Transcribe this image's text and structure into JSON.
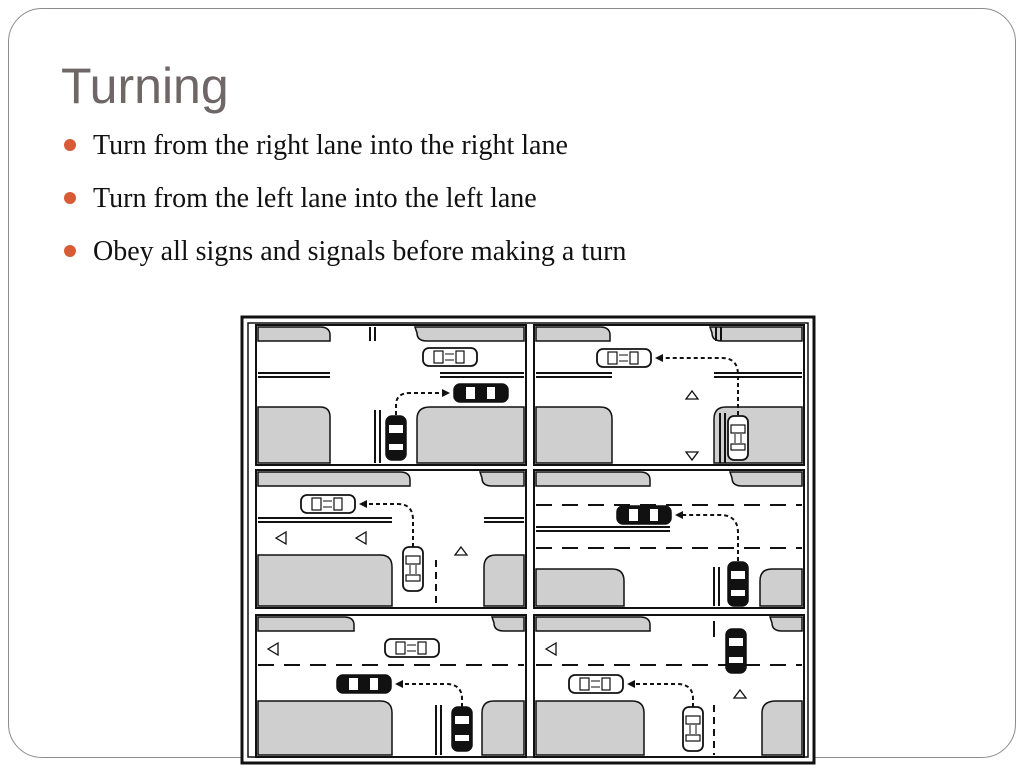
{
  "slide": {
    "title": "Turning",
    "bullets": [
      {
        "text": "Turn from the right lane into the right lane",
        "marker_color": "#d75b35"
      },
      {
        "text": "Turn from the left lane into the left lane",
        "marker_color": "#d75b35"
      },
      {
        "text": "Obey all signs and signals before making a turn",
        "marker_color": "#d75b35"
      }
    ]
  },
  "diagram": {
    "description_icon": "intersection-turning-diagram",
    "panels": [
      {
        "turn": "right",
        "road": "two-way"
      },
      {
        "turn": "left",
        "road": "two-way"
      },
      {
        "turn": "left",
        "road": "two-way"
      },
      {
        "turn": "left",
        "road": "multi-lane"
      },
      {
        "turn": "left",
        "road": "one-way"
      },
      {
        "turn": "left",
        "road": "one-way"
      }
    ],
    "colors": {
      "sidewalk": "#cfcfcf",
      "line": "#111111",
      "paper": "#ffffff"
    }
  }
}
